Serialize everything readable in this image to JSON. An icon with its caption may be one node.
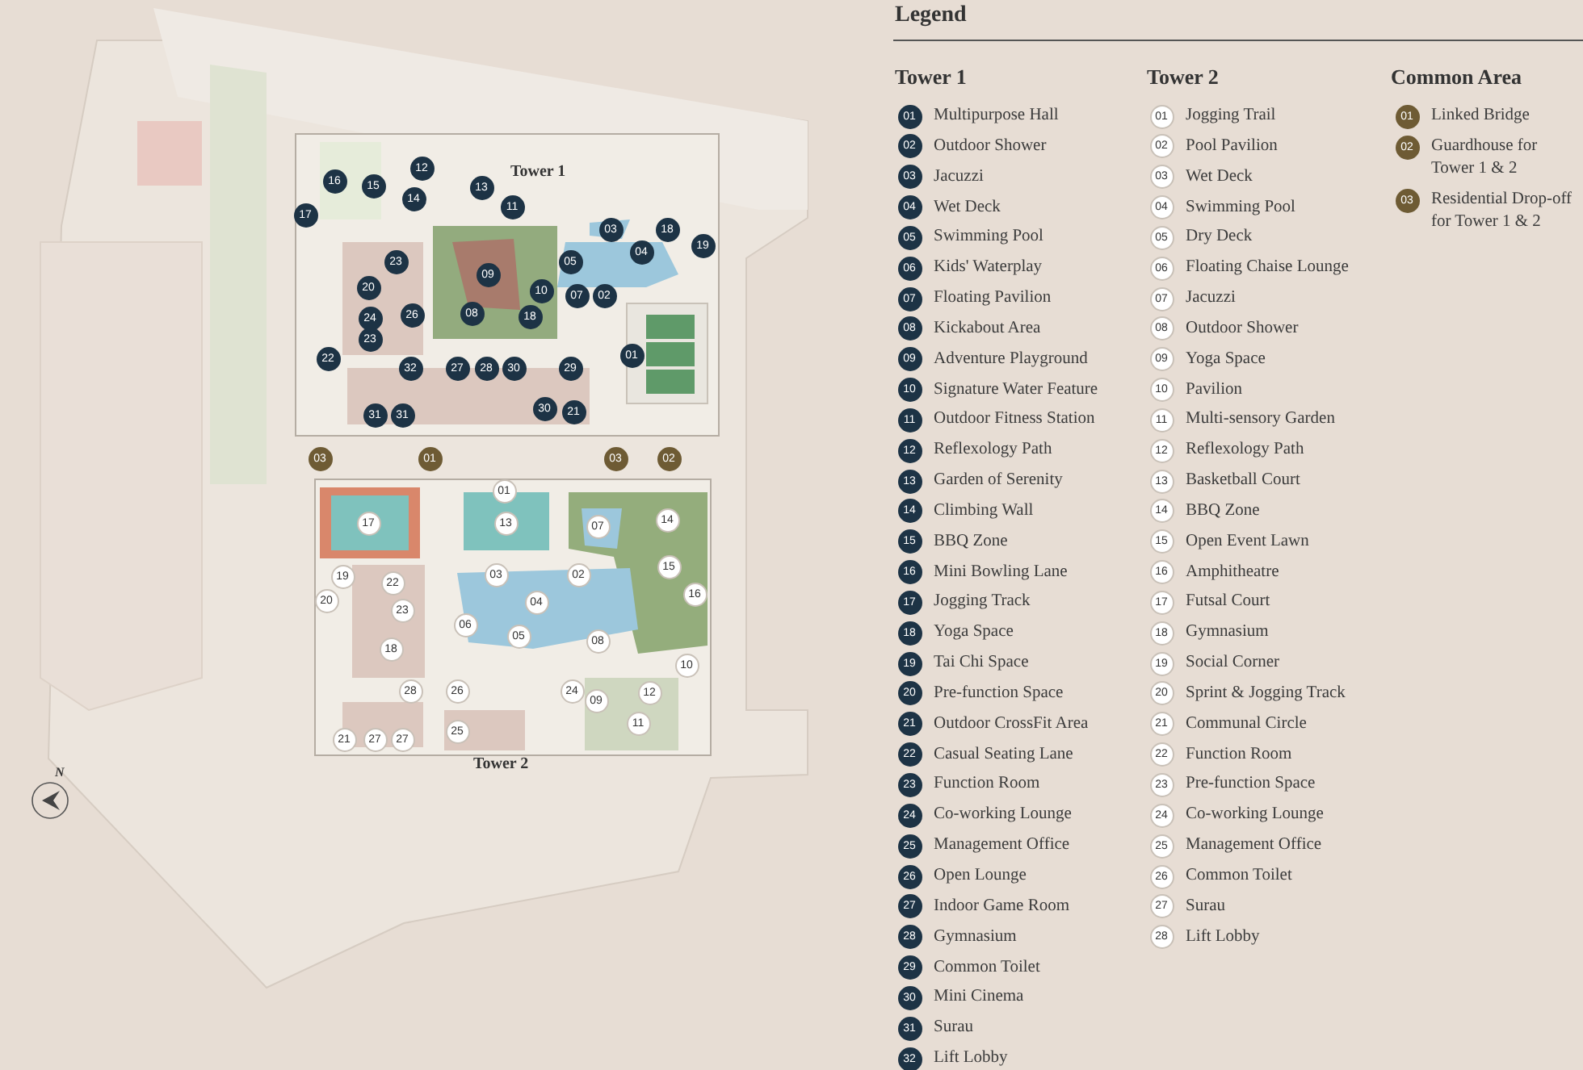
{
  "diagram": {
    "nodes": [
      {
        "text": [
          "16"
        ]
      },
      {
        "text": [
          "15"
        ]
      },
      {
        "text": [
          "12"
        ]
      },
      {
        "text": [
          "14"
        ]
      },
      {
        "text": [
          "13"
        ]
      },
      {
        "text": [
          "11"
        ]
      },
      {
        "text": [
          "17"
        ]
      },
      {
        "text": [
          "03"
        ]
      },
      {
        "text": [
          "18"
        ]
      },
      {
        "text": [
          "19"
        ]
      },
      {
        "text": [
          "04"
        ]
      },
      {
        "text": [
          "23"
        ]
      },
      {
        "text": [
          "05"
        ]
      },
      {
        "text": [
          "09"
        ]
      },
      {
        "text": [
          "20"
        ]
      },
      {
        "text": [
          "10"
        ]
      },
      {
        "text": [
          "07"
        ]
      },
      {
        "text": [
          "02"
        ]
      },
      {
        "text": [
          "08"
        ]
      },
      {
        "text": [
          "26"
        ]
      },
      {
        "text": [
          "18"
        ]
      },
      {
        "text": [
          "24"
        ]
      },
      {
        "text": [
          "23"
        ]
      },
      {
        "text": [
          "01"
        ]
      },
      {
        "text": [
          "22"
        ]
      },
      {
        "text": [
          "32"
        ]
      },
      {
        "text": [
          "27"
        ]
      },
      {
        "text": [
          "28"
        ]
      },
      {
        "text": [
          "30"
        ]
      },
      {
        "text": [
          "29"
        ]
      },
      {
        "text": [
          "30"
        ]
      },
      {
        "text": [
          "21"
        ]
      },
      {
        "text": [
          "31"
        ]
      },
      {
        "text": [
          "31"
        ]
      },
      {
        "text": [
          "03"
        ]
      },
      {
        "text": [
          "01"
        ]
      },
      {
        "text": [
          "03"
        ]
      },
      {
        "text": [
          "02"
        ]
      },
      {
        "text": [
          "01"
        ]
      },
      {
        "text": [
          "14"
        ]
      },
      {
        "text": [
          "17"
        ]
      },
      {
        "text": [
          "13"
        ]
      },
      {
        "text": [
          "07"
        ]
      },
      {
        "text": [
          "15"
        ]
      },
      {
        "text": [
          "03"
        ]
      },
      {
        "text": [
          "02"
        ]
      },
      {
        "text": [
          "19"
        ]
      },
      {
        "text": [
          "22"
        ]
      },
      {
        "text": [
          "16"
        ]
      },
      {
        "text": [
          "20"
        ]
      },
      {
        "text": [
          "04"
        ]
      },
      {
        "text": [
          "23"
        ]
      },
      {
        "text": [
          "06"
        ]
      },
      {
        "text": [
          "05"
        ]
      },
      {
        "text": [
          "08"
        ]
      },
      {
        "text": [
          "18"
        ]
      },
      {
        "text": [
          "10"
        ]
      },
      {
        "text": [
          "28"
        ]
      },
      {
        "text": [
          "26"
        ]
      },
      {
        "text": [
          "24"
        ]
      },
      {
        "text": [
          "12"
        ]
      },
      {
        "text": [
          "09"
        ]
      },
      {
        "text": [
          "11"
        ]
      },
      {
        "text": [
          "25"
        ]
      },
      {
        "text": [
          "21"
        ]
      },
      {
        "text": [
          "27"
        ]
      },
      {
        "text": [
          "27"
        ]
      },
      {
        "text": [
          "01"
        ],
        "beside": [
          "Multipurpose Hall"
        ]
      },
      {
        "text": [
          "02"
        ],
        "beside": [
          "Outdoor Shower"
        ]
      },
      {
        "text": [
          "03"
        ],
        "beside": [
          "Jacuzzi"
        ]
      },
      {
        "text": [
          "04"
        ],
        "beside": [
          "Wet Deck"
        ]
      },
      {
        "text": [
          "05"
        ],
        "beside": [
          "Swimming Pool"
        ]
      },
      {
        "text": [
          "06"
        ],
        "beside": [
          "Kids' Waterplay"
        ]
      },
      {
        "text": [
          "07"
        ],
        "beside": [
          "Floating Pavilion"
        ]
      },
      {
        "text": [
          "08"
        ],
        "beside": [
          "Kickabout Area"
        ]
      },
      {
        "text": [
          "09"
        ],
        "beside": [
          "Adventure Playground"
        ]
      },
      {
        "text": [
          "10"
        ],
        "beside": [
          "Signature Water Feature"
        ]
      },
      {
        "text": [
          "11"
        ],
        "beside": [
          "Outdoor Fitness Station"
        ]
      },
      {
        "text": [
          "12"
        ],
        "beside": [
          "Reflexology Path"
        ]
      },
      {
        "text": [
          "13"
        ],
        "beside": [
          "Garden of Serenity"
        ]
      },
      {
        "text": [
          "14"
        ],
        "beside": [
          "Climbing Wall"
        ]
      },
      {
        "text": [
          "15"
        ],
        "beside": [
          "BBQ Zone"
        ]
      },
      {
        "text": [
          "16"
        ],
        "beside": [
          "Mini Bowling Lane"
        ]
      },
      {
        "text": [
          "17"
        ],
        "beside": [
          "Jogging Track"
        ]
      },
      {
        "text": [
          "18"
        ],
        "beside": [
          "Yoga Space"
        ]
      },
      {
        "text": [
          "19"
        ],
        "beside": [
          "Tai Chi Space"
        ]
      },
      {
        "text": [
          "20"
        ],
        "beside": [
          "Pre-function Space"
        ]
      },
      {
        "text": [
          "21"
        ],
        "beside": [
          "Outdoor CrossFit Area"
        ]
      },
      {
        "text": [
          "22"
        ],
        "beside": [
          "Casual Seating Lane"
        ]
      },
      {
        "text": [
          "23"
        ],
        "beside": [
          "Function Room"
        ]
      },
      {
        "text": [
          "24"
        ],
        "beside": [
          "Co-working Lounge"
        ]
      },
      {
        "text": [
          "25"
        ],
        "beside": [
          "Management Office"
        ]
      },
      {
        "text": [
          "26"
        ],
        "beside": [
          "Open Lounge"
        ]
      },
      {
        "text": [
          "27"
        ],
        "beside": [
          "Indoor Game Room"
        ]
      },
      {
        "text": [
          "28"
        ],
        "beside": [
          "Gymnasium"
        ]
      },
      {
        "text": [
          "29"
        ],
        "beside": [
          "Common Toilet"
        ]
      },
      {
        "text": [
          "30"
        ],
        "beside": [
          "Mini Cinema"
        ]
      },
      {
        "text": [
          "31"
        ],
        "beside": [
          "Surau"
        ]
      },
      {
        "text": [
          "32"
        ],
        "beside": [
          "Lift Lobby"
        ]
      },
      {
        "text": [
          "01"
        ],
        "beside": [
          "Jogging Trail"
        ]
      },
      {
        "text": [
          "02"
        ],
        "beside": [
          "Pool Pavilion"
        ]
      },
      {
        "text": [
          "03"
        ],
        "beside": [
          "Wet Deck"
        ]
      },
      {
        "text": [
          "04"
        ],
        "beside": [
          "Swimming Pool"
        ]
      },
      {
        "text": [
          "05"
        ],
        "beside": [
          "Dry Deck"
        ]
      },
      {
        "text": [
          "06"
        ],
        "beside": [
          "Floating Chaise Lounge"
        ]
      },
      {
        "text": [
          "07"
        ],
        "beside": [
          "Jacuzzi"
        ]
      },
      {
        "text": [
          "08"
        ],
        "beside": [
          "Outdoor Shower"
        ]
      },
      {
        "text": [
          "09"
        ],
        "beside": [
          "Yoga Space"
        ]
      },
      {
        "text": [
          "10"
        ],
        "beside": [
          "Pavilion"
        ]
      },
      {
        "text": [
          "11"
        ],
        "beside": [
          "Multi-sensory Garden"
        ]
      },
      {
        "text": [
          "12"
        ],
        "beside": [
          "Reflexology Path"
        ]
      },
      {
        "text": [
          "13"
        ],
        "beside": [
          "Basketball Court"
        ]
      },
      {
        "text": [
          "14"
        ],
        "beside": [
          "BBQ Zone"
        ]
      },
      {
        "text": [
          "15"
        ],
        "beside": [
          "Open Event Lawn"
        ]
      },
      {
        "text": [
          "16"
        ],
        "beside": [
          "Amphitheatre"
        ]
      },
      {
        "text": [
          "17"
        ],
        "beside": [
          "Futsal Court"
        ]
      },
      {
        "text": [
          "18"
        ],
        "beside": [
          "Gymnasium"
        ]
      },
      {
        "text": [
          "19"
        ],
        "beside": [
          "Social Corner"
        ]
      },
      {
        "text": [
          "20"
        ],
        "beside": [
          "Sprint & Jogging Track"
        ]
      },
      {
        "text": [
          "21"
        ],
        "beside": [
          "Communal Circle"
        ]
      },
      {
        "text": [
          "22"
        ],
        "beside": [
          "Function Room"
        ]
      },
      {
        "text": [
          "23"
        ],
        "beside": [
          "Pre-function Space"
        ]
      },
      {
        "text": [
          "24"
        ],
        "beside": [
          "Co-working Lounge"
        ]
      },
      {
        "text": [
          "25"
        ],
        "beside": [
          "Management Office"
        ]
      },
      {
        "text": [
          "26"
        ],
        "beside": [
          "Common Toilet"
        ]
      },
      {
        "text": [
          "27"
        ],
        "beside": [
          "Surau"
        ]
      },
      {
        "text": [
          "28"
        ],
        "beside": [
          "Lift Lobby"
        ]
      },
      {
        "text": [
          "01"
        ],
        "beside": [
          "Linked Bridge"
        ]
      },
      {
        "text": [
          "02"
        ],
        "beside": [
          "Guardhouse for Tower 1 & 2"
        ]
      },
      {
        "text": [
          "03"
        ],
        "beside": [
          "Residential Drop-off for Tower 1 & 2"
        ]
      }
    ],
    "labels": [
      "Tower 1",
      "Tower 2",
      "N",
      "Legend",
      "Tower 1",
      "Tower 2",
      "Common Area"
    ]
  }
}
